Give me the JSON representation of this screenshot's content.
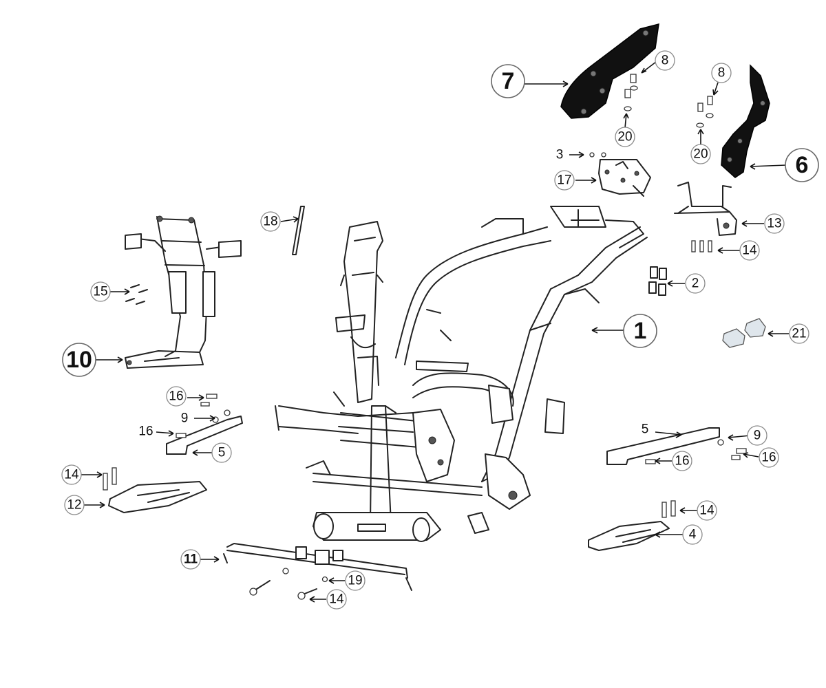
{
  "colors": {
    "line": "#222222",
    "background": "#ffffff",
    "cover": "#111111",
    "clip": "#dfe6ec"
  },
  "callouts": [
    {
      "id": "c1",
      "label": "1",
      "size": "big"
    },
    {
      "id": "c2",
      "label": "2",
      "size": "small"
    },
    {
      "id": "c3",
      "label": "3",
      "size": "small"
    },
    {
      "id": "c4",
      "label": "4",
      "size": "small"
    },
    {
      "id": "c5a",
      "label": "5",
      "size": "small"
    },
    {
      "id": "c5b",
      "label": "5",
      "size": "small"
    },
    {
      "id": "c6",
      "label": "6",
      "size": "big"
    },
    {
      "id": "c7",
      "label": "7",
      "size": "big"
    },
    {
      "id": "c8a",
      "label": "8",
      "size": "small"
    },
    {
      "id": "c8b",
      "label": "8",
      "size": "small"
    },
    {
      "id": "c9a",
      "label": "9",
      "size": "small"
    },
    {
      "id": "c9b",
      "label": "9",
      "size": "small"
    },
    {
      "id": "c10",
      "label": "10",
      "size": "big"
    },
    {
      "id": "c11",
      "label": "11",
      "size": "small"
    },
    {
      "id": "c12",
      "label": "12",
      "size": "small"
    },
    {
      "id": "c13",
      "label": "13",
      "size": "small"
    },
    {
      "id": "c14a",
      "label": "14",
      "size": "small"
    },
    {
      "id": "c14b",
      "label": "14",
      "size": "small"
    },
    {
      "id": "c14c",
      "label": "14",
      "size": "small"
    },
    {
      "id": "c14d",
      "label": "14",
      "size": "small"
    },
    {
      "id": "c15",
      "label": "15",
      "size": "small"
    },
    {
      "id": "c16a",
      "label": "16",
      "size": "small"
    },
    {
      "id": "c16b",
      "label": "16",
      "size": "small"
    },
    {
      "id": "c16c",
      "label": "16",
      "size": "small"
    },
    {
      "id": "c16d",
      "label": "16",
      "size": "small"
    },
    {
      "id": "c17",
      "label": "17",
      "size": "small"
    },
    {
      "id": "c18",
      "label": "18",
      "size": "small"
    },
    {
      "id": "c19",
      "label": "19",
      "size": "small"
    },
    {
      "id": "c20a",
      "label": "20",
      "size": "small"
    },
    {
      "id": "c20b",
      "label": "20",
      "size": "small"
    },
    {
      "id": "c21",
      "label": "21",
      "size": "small"
    }
  ]
}
